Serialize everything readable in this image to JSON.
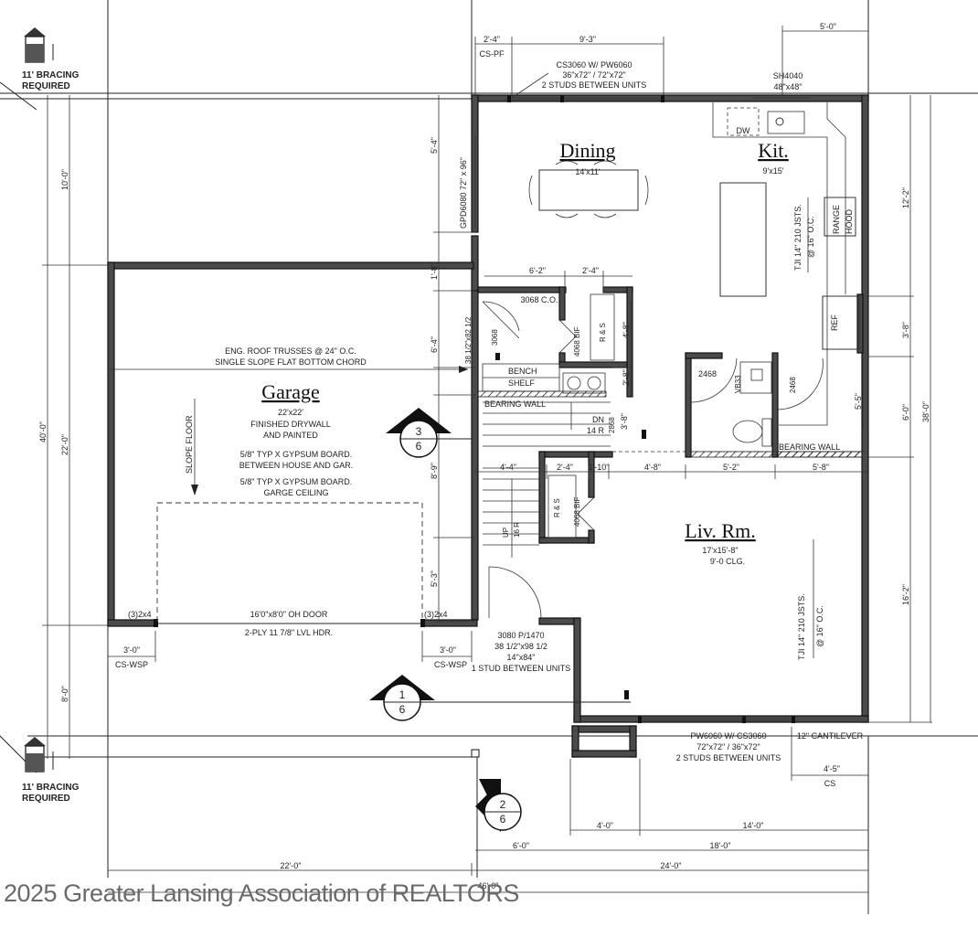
{
  "rooms": {
    "dining": {
      "name": "Dining",
      "size": "14'x11'"
    },
    "kitchen": {
      "name": "Kit.",
      "size": "9'x15'"
    },
    "garage": {
      "name": "Garage",
      "size": "22'x22'",
      "note1": "FINISHED DRYWALL",
      "note2": "AND PAINTED",
      "gyp1a": "5/8\" TYP X GYPSUM BOARD.",
      "gyp1b": "BETWEEN HOUSE AND GAR.",
      "gyp2a": "5/8\" TYP X GYPSUM BOARD.",
      "gyp2b": "GARGE CEILING"
    },
    "living": {
      "name": "Liv. Rm.",
      "size": "17'x15'-8\"",
      "ceiling": "9'-0 CLG."
    }
  },
  "labels": {
    "bracing_top_a": "11' BRACING",
    "bracing_top_b": "REQUIRED",
    "bracing_bot_a": "11' BRACING",
    "bracing_bot_b": "REQUIRED",
    "truss1": "ENG. ROOF TRUSSES @ 24\" O.C.",
    "truss2": "SINGLE SLOPE FLAT BOTTOM CHORD",
    "slope_floor": "SLOPE FLOOR",
    "oh_door": "16'0\"x8'0\" OH DOOR",
    "header": "2-PLY 11 7/8\" LVL HDR.",
    "post_left": "(3)2x4",
    "post_right": "(3)2x4",
    "cs_wsp_left": "CS-WSP",
    "cs_wsp_right": "CS-WSP",
    "cs_pf": "CS-PF",
    "win_top1": "CS3060 W/ PW6060",
    "win_top2": "36\"x72\" / 72\"x72\"",
    "win_top3": "2 STUDS BETWEEN UNITS",
    "sh4040a": "SH4040",
    "sh4040b": "48\"x48\"",
    "gpd": "GPD6080 72\" x 96\"",
    "dw": "DW",
    "range": "RANGE",
    "hood": "HOOD",
    "ref": "REF",
    "joist_kit1": "TJI 14\" 210 JSTS.",
    "joist_kit2": "@ 16\" O.C.",
    "joist_liv1": "TJI 14\" 210 JSTS.",
    "joist_liv2": "@ 16\" O.C.",
    "door_3068co": "3068 C.O.",
    "door_3068": "3068",
    "door_38": "38 1/2\"x82 1/2",
    "bifold_top": "4068 BIF",
    "rs_top": "R & S",
    "bench": "BENCH",
    "shelf": "SHELF",
    "bearing_wall_1": "BEARING WALL",
    "bearing_wall_2": "BEARING WALL",
    "dn": "DN",
    "risers": "14 R",
    "door_2868": "2868",
    "door_2468a": "2468",
    "door_2468b": "2468",
    "vb33": "VB33",
    "bifold_bot": "4068 BIF",
    "rs_bot": "R & S",
    "up": "UP",
    "up_r": "16 R",
    "door_entry1": "3080 P/1470",
    "door_entry2": "38 1/2\"x98 1/2",
    "door_entry3": "14\"x84\"",
    "door_entry4": "1 STUD BETWEEN UNITS",
    "win_bot1": "PW6060 W/ CS3060",
    "win_bot2": "72\"x72\" / 36\"x72\"",
    "win_bot3": "2 STUDS BETWEEN UNITS",
    "cantilever": "12\" CANTILEVER",
    "cs_bot": "CS"
  },
  "dims": {
    "d_2_4_top": "2'-4\"",
    "d_9_3": "9'-3\"",
    "d_5_0": "5'-0\"",
    "d_6_2": "6'-2\"",
    "d_2_4_mid": "2'-4\"",
    "d_10_0": "10'-0\"",
    "d_22_0_left": "22'-0\"",
    "d_8_0": "8'-0\"",
    "d_40_0": "40'-0\"",
    "d_5_4": "5'-4\"",
    "d_1_8": "1'-8\"",
    "d_6_4": "6'-4\"",
    "d_8_9": "8'-9\"",
    "d_5_3": "5'-3\"",
    "d_4_8v": "4'-8\"",
    "d_2_8": "2'-8\"",
    "d_3_8": "3'-8\"",
    "d_12_2": "12'-2\"",
    "d_3_8r": "3'-8\"",
    "d_6_0r": "6'-0\"",
    "d_16_2": "16'-2\"",
    "d_38_0": "38'-0\"",
    "d_5_5": "5'-5\"",
    "d_4_4": "4'-4\"",
    "d_2_4b": "2'-4\"",
    "d_1_10": "1'-10\"",
    "d_4_8h": "4'-8\"",
    "d_5_2": "5'-2\"",
    "d_5_8": "5'-8\"",
    "d_3_0_left": "3'-0\"",
    "d_3_0_right": "3'-0\"",
    "d_4_5": "4'-5\"",
    "d_4_0": "4'-0\"",
    "d_14_0": "14'-0\"",
    "d_6_0b": "6'-0\"",
    "d_18_0": "18'-0\"",
    "d_22_0_bot": "22'-0\"",
    "d_24_0": "24'-0\"",
    "d_46_0": "46'-0\""
  },
  "sections": {
    "s3_num": "3",
    "s3_sheet": "6",
    "s1_num": "1",
    "s1_sheet": "6",
    "s2_num": "2",
    "s2_sheet": "6"
  },
  "watermark": "2025 Greater Lansing Association of REALTORS"
}
